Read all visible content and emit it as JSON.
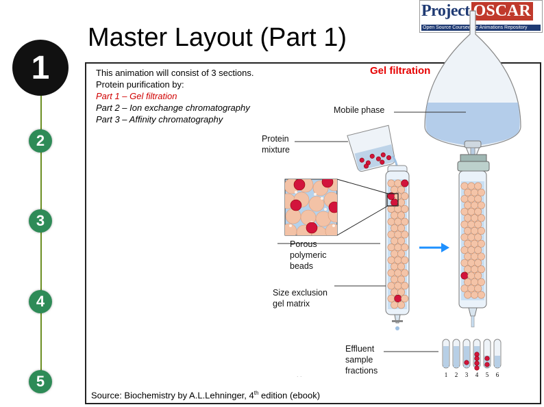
{
  "title": "Master Layout (Part 1)",
  "logo": {
    "project": "Project",
    "oscar": "OSCAR",
    "tagline": "Open Source Courseware Animations Repository"
  },
  "steps": [
    "1",
    "2",
    "3",
    "4",
    "5"
  ],
  "intro": {
    "line1": "This animation will consist of 3 sections.",
    "line2": "Protein purification by:",
    "part1": "Part 1 – Gel filtration",
    "part2": "Part 2 – Ion exchange chromatography",
    "part3": "Part 3 – Affinity chromatography"
  },
  "diagram": {
    "title": "Gel filtration",
    "mobile_phase": "Mobile phase",
    "protein_mixture": [
      "Protein",
      "mixture"
    ],
    "porous_beads": [
      "Porous",
      "polymeric",
      "beads"
    ],
    "size_exclusion": [
      "Size exclusion",
      "gel matrix"
    ],
    "effluent": [
      "Effluent",
      "sample",
      "fractions"
    ],
    "tube_numbers": [
      "1",
      "2",
      "3",
      "4",
      "5",
      "6"
    ]
  },
  "source": {
    "prefix": "Source: Biochemistry by A.L.Lehninger, 4",
    "sup": "th",
    "suffix": " edition (ebook)"
  },
  "colors": {
    "step_green": "#2e8b57",
    "title_red": "#e60000",
    "arrow_blue": "#1e90ff",
    "bead": "#f4c4a8",
    "protein": "#d2143c"
  }
}
